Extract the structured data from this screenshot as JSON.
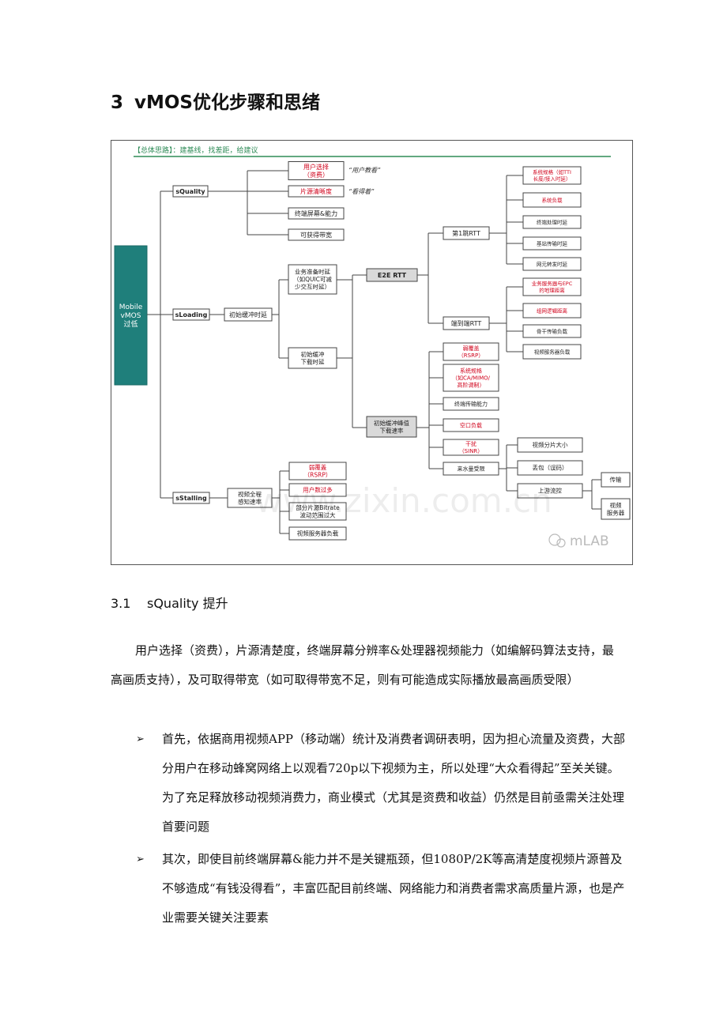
{
  "section": {
    "number": "3",
    "title": "vMOS优化步骤和思绪"
  },
  "diagram": {
    "header": "【总体思路】：建基线，找差距，给建议",
    "root": [
      "Mobile",
      "vMOS",
      "过低"
    ],
    "squality": {
      "label": "sQuality",
      "items": [
        [
          "用户选择",
          "（资费）"
        ],
        [
          "片源清晰度"
        ],
        [
          "终端屏幕&能力"
        ],
        [
          "可获得带宽"
        ]
      ],
      "notes": [
        "“用户教看”",
        "“看得着”"
      ]
    },
    "sloading": {
      "label": "sLoading",
      "mid": "初始缓冲时延",
      "business": [
        "业务准备时延",
        "（如QUIC可减",
        "少交互时延）"
      ],
      "download": [
        "初始缓冲",
        "下载时延"
      ],
      "e2e": "E2E RTT",
      "rtt1": "第1跳RTT",
      "rtt1_items": [
        [
          "系统规格（如TTI",
          "长度/接入时延）"
        ],
        [
          "系统负载"
        ],
        [
          "终端处理时延"
        ],
        [
          "基站传输时延"
        ],
        [
          "网元转发时延"
        ]
      ],
      "rtt2": "端到端RTT",
      "rtt2_items": [
        [
          "业务服务器与EPC",
          "的地理距离"
        ],
        [
          "组网逻辑距离"
        ],
        [
          "骨干传输负载"
        ],
        [
          "视频服务器负载"
        ]
      ],
      "peak": [
        "初始缓冲峰值",
        "下载速率"
      ],
      "peak_items": [
        [
          "弱覆盖",
          "（RSRP）"
        ],
        [
          "系统规格",
          "（如CA/MIMO/",
          "高阶调制）"
        ],
        [
          "终端传输能力"
        ],
        [
          "空口负载"
        ],
        [
          "干扰",
          "（SINR）"
        ],
        [
          "来水量受限"
        ]
      ],
      "water_items": [
        [
          "视频分片大小"
        ],
        [
          "丢包（误码）"
        ],
        [
          "上游流控"
        ]
      ],
      "upstream_items": [
        [
          "传输"
        ],
        [
          "视频",
          "服务器"
        ]
      ]
    },
    "sstalling": {
      "label": "sStalling",
      "mid": [
        "视频全程",
        "感知速率"
      ],
      "items": [
        [
          "弱覆盖",
          "（RSRP）"
        ],
        [
          "用户数过多"
        ],
        [
          "部分片源Bitrate",
          "波动范围过大"
        ],
        [
          "视频服务器负载"
        ]
      ]
    },
    "watermark": "www.zixin.com.cn",
    "logo": "mLAB"
  },
  "subsection": {
    "number": "3.1",
    "title": "sQuality  提升"
  },
  "paragraph": "用户选择（资费），片源清楚度，终端屏幕分辨率&处理器视频能力（如编解码算法支持，最高画质支持），及可取得带宽（如可取得带宽不足，则有可能造成实际播放最高画质受限）",
  "bullets": [
    "首先，依据商用视频APP（移动端）统计及消费者调研表明，因为担心流量及资费，大部分用户在移动蜂窝网络上以观看720p以下视频为主，所以处理“大众看得起”至关关键。为了充足释放移动视频消费力，商业模式（尤其是资费和收益）仍然是目前亟需关注处理首要问题",
    "其次，即使目前终端屏幕&能力并不是关键瓶颈，但1080P/2K等高清楚度视频片源普及不够造成“有钱没得看”，丰富匹配目前终端、网络能力和消费者需求高质量片源，也是产业需要关键关注要素"
  ],
  "bullet_icon": "arrow-bullet-icon",
  "colors": {
    "teal": "#1f7f7b",
    "red": "#d0021b",
    "gray": "#d9d9d9",
    "header_green": "#2e8b57"
  }
}
